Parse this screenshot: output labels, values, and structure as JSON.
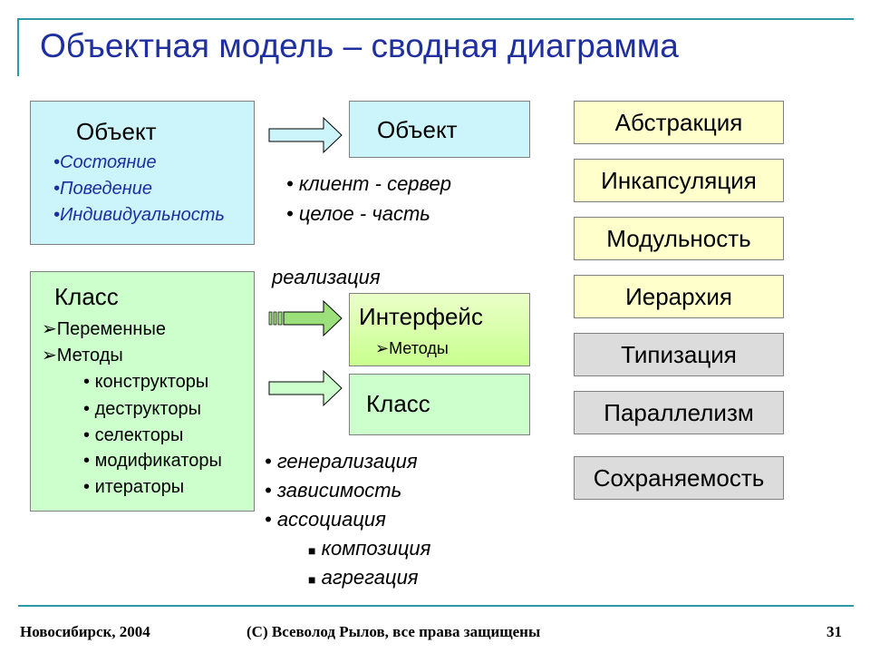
{
  "title": "Объектная модель – сводная диаграмма",
  "object_box": {
    "heading": "Объект",
    "items": [
      "•Состояние",
      "•Поведение",
      "•Индивидуальность"
    ]
  },
  "object_target": "Объект",
  "object_relations": [
    "• клиент - сервер",
    "• целое - часть"
  ],
  "class_box": {
    "heading": "Класс",
    "items": [
      "Переменные",
      "Методы"
    ],
    "method_items": [
      "конструкторы",
      "деструкторы",
      "селекторы",
      "модификаторы",
      "итераторы"
    ]
  },
  "realization_label": "реализация",
  "interface_box": {
    "heading": "Интерфейс",
    "item": "Методы"
  },
  "class_target": "Класс",
  "class_relations": [
    "• генерализация",
    "• зависимость",
    "• ассоциация"
  ],
  "association_subitems": [
    "композиция",
    "агрегация"
  ],
  "principles_major": [
    "Абстракция",
    "Инкапсуляция",
    "Модульность",
    "Иерархия"
  ],
  "principles_minor": [
    "Типизация",
    "Параллелизм",
    "Сохраняемость"
  ],
  "colors": {
    "title": "#1f2f9f",
    "accent_line": "#2f9aa6",
    "major": "#ffffcc",
    "minor": "#dcdcdc"
  },
  "footer": {
    "left": "Новосибирск, 2004",
    "center": "(С) Всеволод Рылов, все права защищены",
    "page": "31"
  }
}
